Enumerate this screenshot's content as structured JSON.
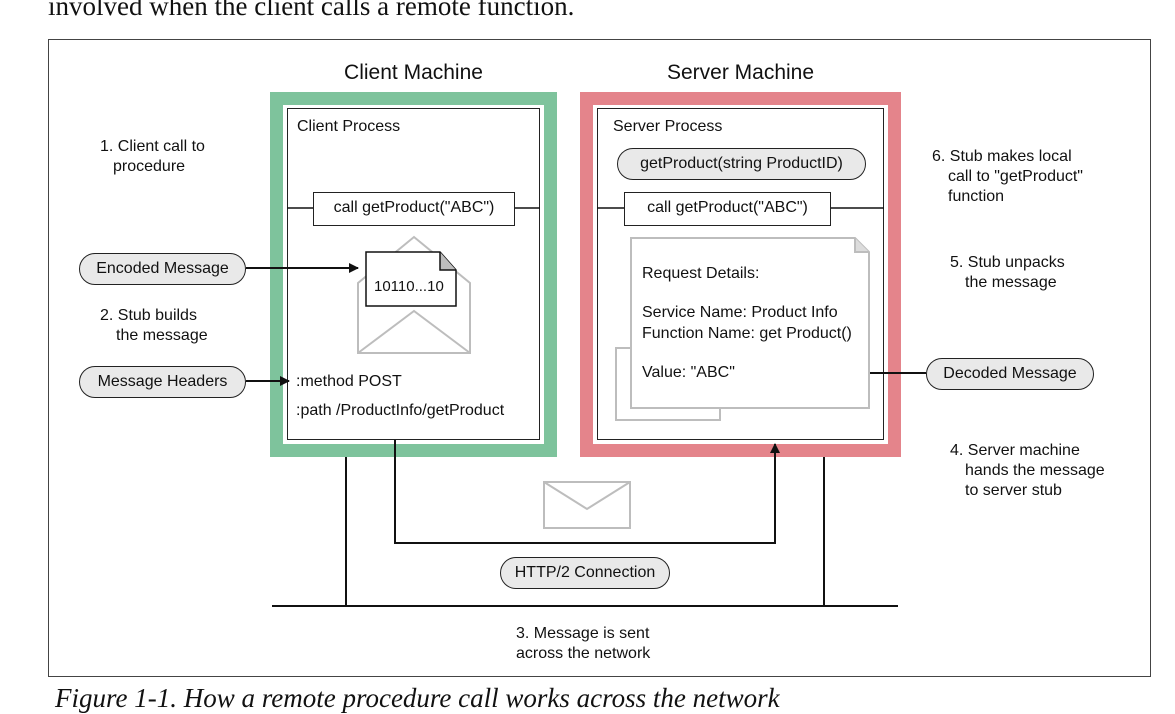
{
  "intro_text": "involved when the client calls a remote function.",
  "caption_text": "Figure 1-1. How a remote procedure call works across the network",
  "colors": {
    "client_machine": "#7ec39c",
    "server_machine": "#e4848b",
    "pill_fill": "#e9e9e9",
    "envelope_stroke": "#bdbdbd"
  },
  "client": {
    "machine_title": "Client Machine",
    "process_label": "Client Process",
    "call_label": "call getProduct(\"ABC\")",
    "payload_label": "10110...10",
    "header_method": ":method POST",
    "header_path": ":path /ProductInfo/getProduct"
  },
  "server": {
    "machine_title": "Server Machine",
    "process_label": "Server Process",
    "signature_label": "getProduct(string ProductID)",
    "call_label": "call getProduct(\"ABC\")",
    "details_title": "Request Details:",
    "service_name": "Service Name: Product Info",
    "function_name": "Function Name: get Product()",
    "value": "Value: \"ABC\""
  },
  "callouts": {
    "encoded_message": "Encoded Message",
    "message_headers": "Message Headers",
    "decoded_message": "Decoded Message",
    "connection": "HTTP/2 Connection"
  },
  "steps": {
    "step1": [
      "1. Client call to",
      "procedure"
    ],
    "step2": [
      "2. Stub builds",
      "the message"
    ],
    "step3": [
      "3. Message is sent",
      "across the network"
    ],
    "step4": [
      "4. Server machine",
      "hands the message",
      "to server stub"
    ],
    "step5": [
      "5. Stub unpacks",
      "the message"
    ],
    "step6": [
      "6. Stub makes local",
      "call to \"getProduct\"",
      "function"
    ]
  }
}
